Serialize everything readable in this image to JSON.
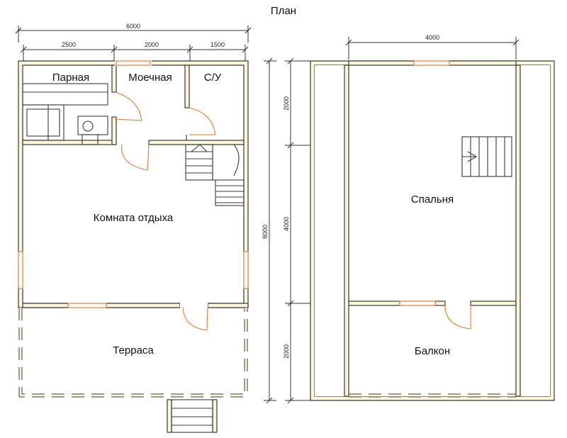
{
  "title": "План",
  "ground_floor": {
    "rooms": {
      "steam_room": "Парная",
      "wash_room": "Моечная",
      "bathroom": "С/У",
      "rest_room": "Комната отдыха",
      "terrace": "Терраса"
    },
    "dimensions": {
      "total_width": "6000",
      "part1": "2500",
      "part2": "2000",
      "part3": "1500",
      "total_depth": "8000"
    }
  },
  "upper_floor": {
    "rooms": {
      "bedroom": "Спальня",
      "balcony": "Балкон"
    },
    "dimensions": {
      "width": "4000",
      "seg1": "2000",
      "seg2": "4000",
      "seg3": "2000"
    }
  },
  "colors": {
    "wall_fill": "#fcf6dd",
    "wall_stroke": "#3a3a3a",
    "window_door": "#e07a3a"
  }
}
